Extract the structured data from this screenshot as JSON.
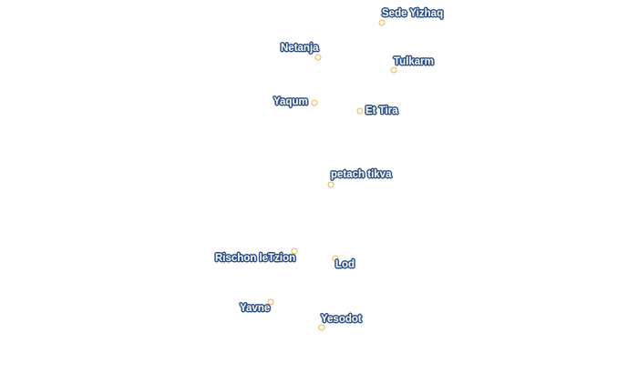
{
  "map": {
    "places": [
      {
        "name": "Sede Yizhaq"
      },
      {
        "name": "Netanja"
      },
      {
        "name": "Tulkarm"
      },
      {
        "name": "Yaqum"
      },
      {
        "name": "Et Tira"
      },
      {
        "name": "petach tikva"
      },
      {
        "name": "Rischon leTzion"
      },
      {
        "name": "Lod"
      },
      {
        "name": "Yavne"
      },
      {
        "name": "Yesodot"
      }
    ],
    "colors": {
      "marker_stroke": "#f0b24a",
      "label_halo": "#2a4f86",
      "label_text": "#ffffff"
    }
  }
}
